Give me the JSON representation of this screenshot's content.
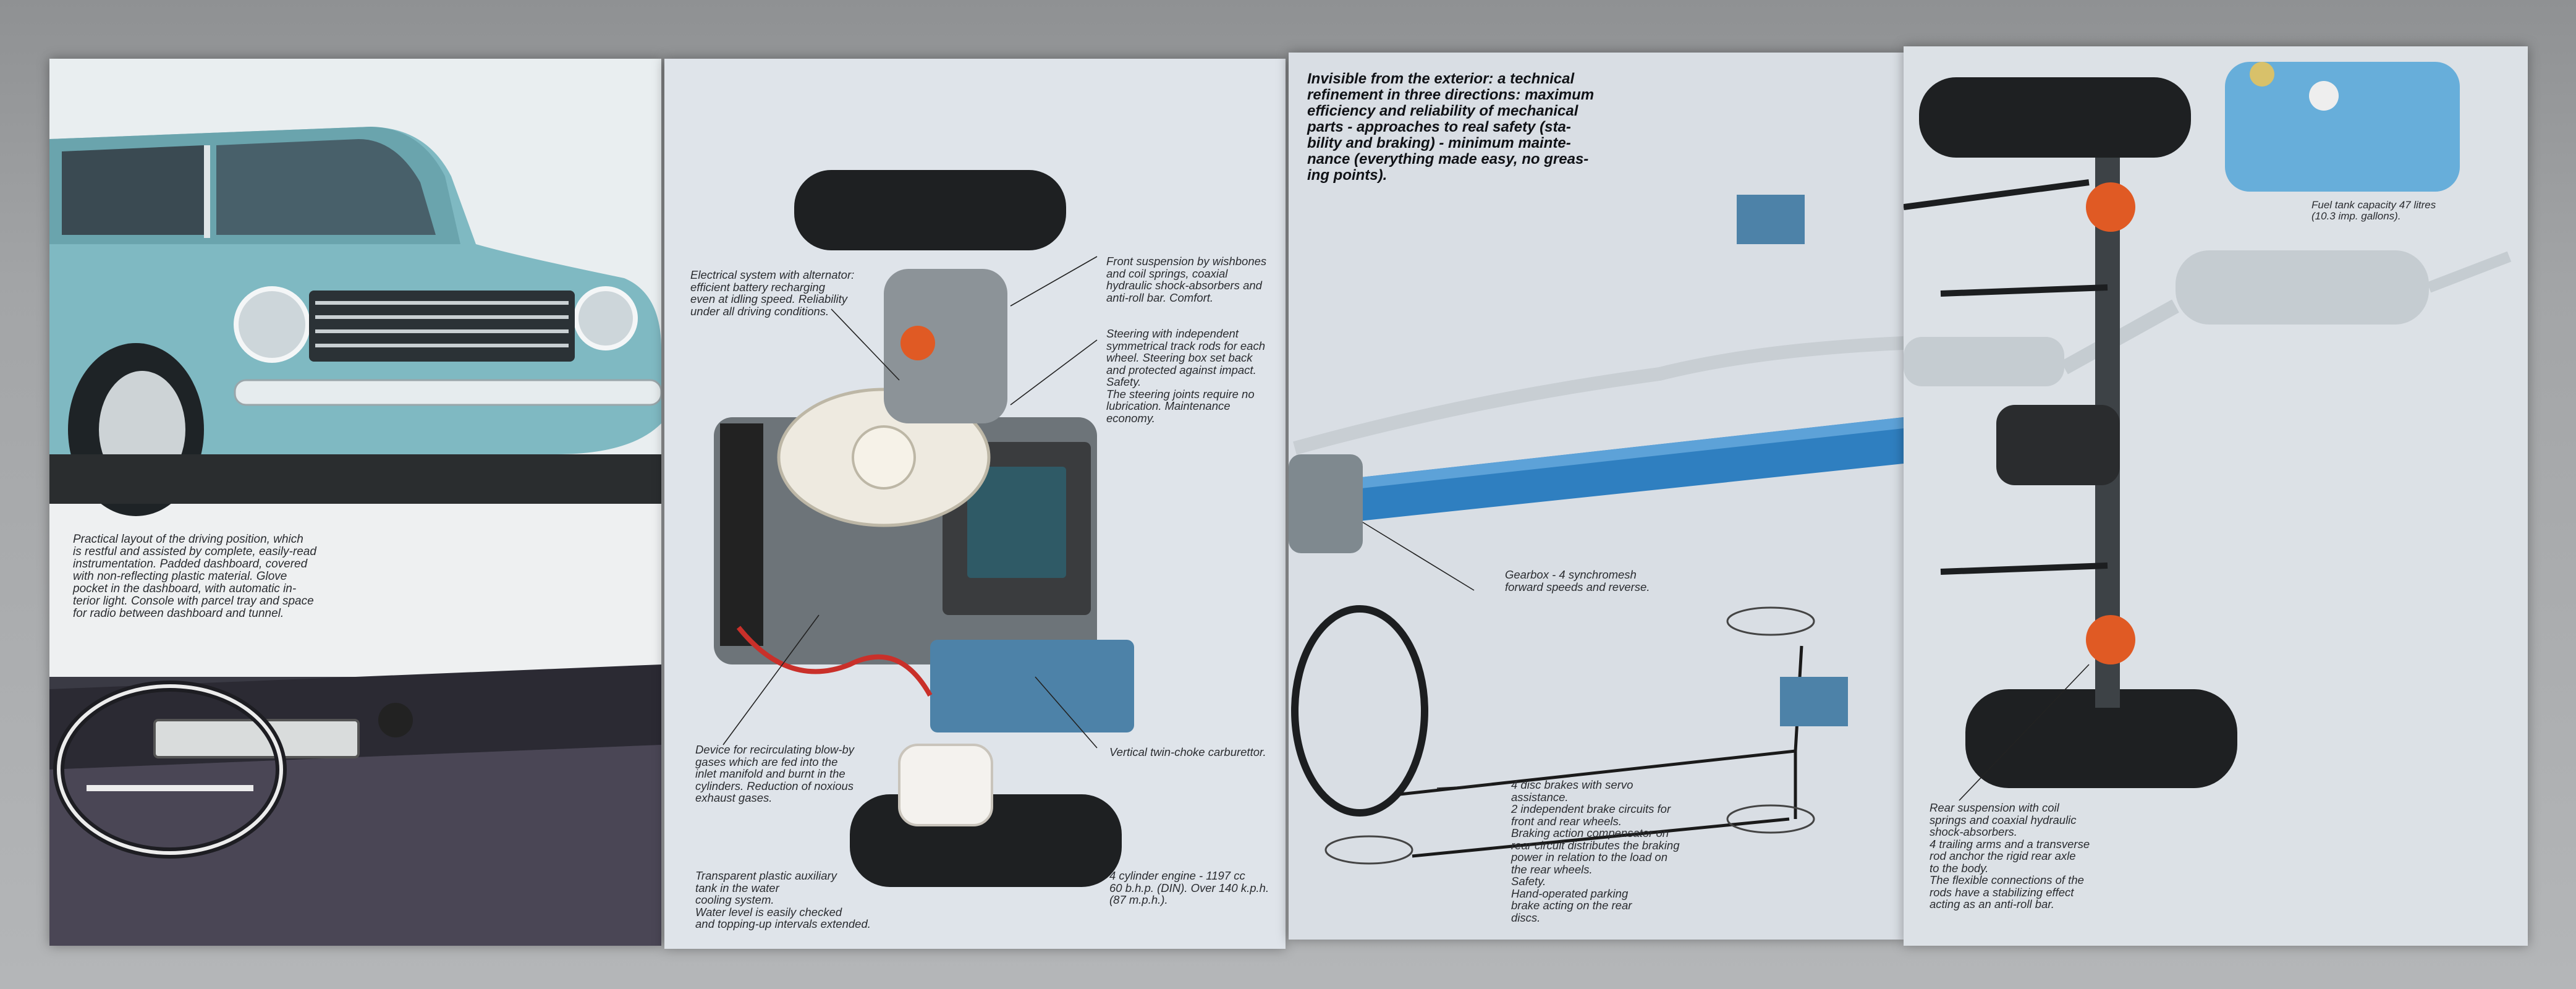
{
  "page": {
    "intro_text": "Invisible from the exterior: a technical\nrefinement in three directions: maximum\nefficiency and reliability of mechanical\nparts - approaches to real safety (sta-\nbility and braking) - minimum mainte-\nnance (everything made easy, no greas-\ning points)."
  },
  "captions": {
    "driving_position": "Practical layout of the driving position, which\nis restful and assisted by complete, easily-read\ninstrumentation. Padded dashboard, covered\nwith non-reflecting plastic material. Glove\npocket in the dashboard, with automatic in-\nterior light. Console with parcel tray and space\nfor radio between dashboard and tunnel.",
    "electrical": "Electrical system with alternator:\nefficient battery recharging\neven at idling speed. Reliability\nunder all driving conditions.",
    "front_suspension": "Front suspension by wishbones\nand coil springs, coaxial\nhydraulic shock-absorbers and\nanti-roll bar. Comfort.",
    "steering": "Steering with independent\nsymmetrical track rods for each\nwheel. Steering box set back\nand protected against impact.\nSafety.\nThe steering joints require no\nlubrication. Maintenance\neconomy.",
    "blowby": "Device for recirculating blow-by\ngases which are fed into the\ninlet manifold and burnt in the\ncylinders. Reduction of noxious\nexhaust gases.",
    "carburettor": "Vertical twin-choke carburettor.",
    "aux_tank": "Transparent plastic auxiliary\ntank in the water\ncooling system.\nWater level is easily checked\nand topping-up intervals extended.",
    "engine": "4 cylinder engine - 1197 cc\n60 b.h.p. (DIN). Over 140 k.p.h.\n(87 m.p.h.).",
    "gearbox": "Gearbox - 4 synchromesh\nforward speeds and reverse.",
    "brakes": "4 disc brakes with servo\nassistance.\n2 independent brake circuits for\nfront and rear wheels.\nBraking action compensator on\nrear circuit distributes the braking\npower in relation to the load on\nthe rear wheels.\nSafety.\nHand-operated parking\nbrake acting on the rear\ndiscs.",
    "fuel_tank": "Fuel tank capacity 47 litres\n(10.3 imp. gallons).",
    "rear_suspension": "Rear suspension with coil\nsprings and coaxial hydraulic\nshock-absorbers.\n4 trailing arms and a transverse\nrod anchor the rigid rear axle\nto the body.\nThe flexible connections of the\nrods have a stabilizing effect\nacting as an anti-roll bar."
  },
  "colors": {
    "car_body": "#7fb9c2",
    "driveshaft": "#2f7fc0",
    "paper": "#e4e8ec"
  }
}
